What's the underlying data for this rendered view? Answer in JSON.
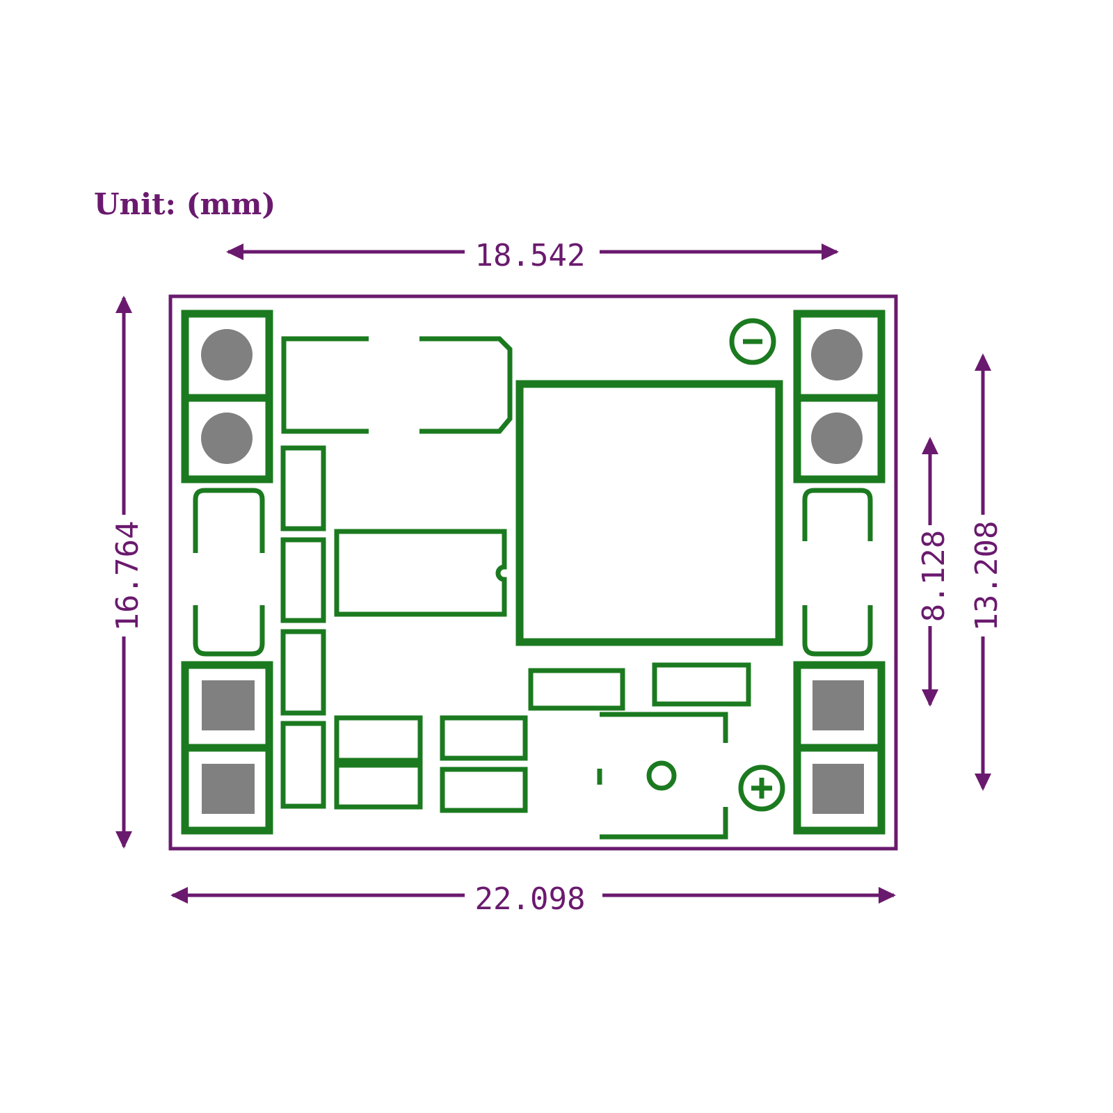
{
  "unit_label": "Unit: (mm)",
  "dimensions": {
    "hole_spacing_width": "18.542",
    "board_width": "22.098",
    "board_height": "16.764",
    "terminal_inner_spacing": "8.128",
    "terminal_outer_spacing": "13.208"
  },
  "polarity": {
    "negative": "−",
    "positive": "+"
  },
  "colors": {
    "silkscreen": "#1b7a1f",
    "dimension": "#6a1a6e",
    "pad": "#808080"
  }
}
